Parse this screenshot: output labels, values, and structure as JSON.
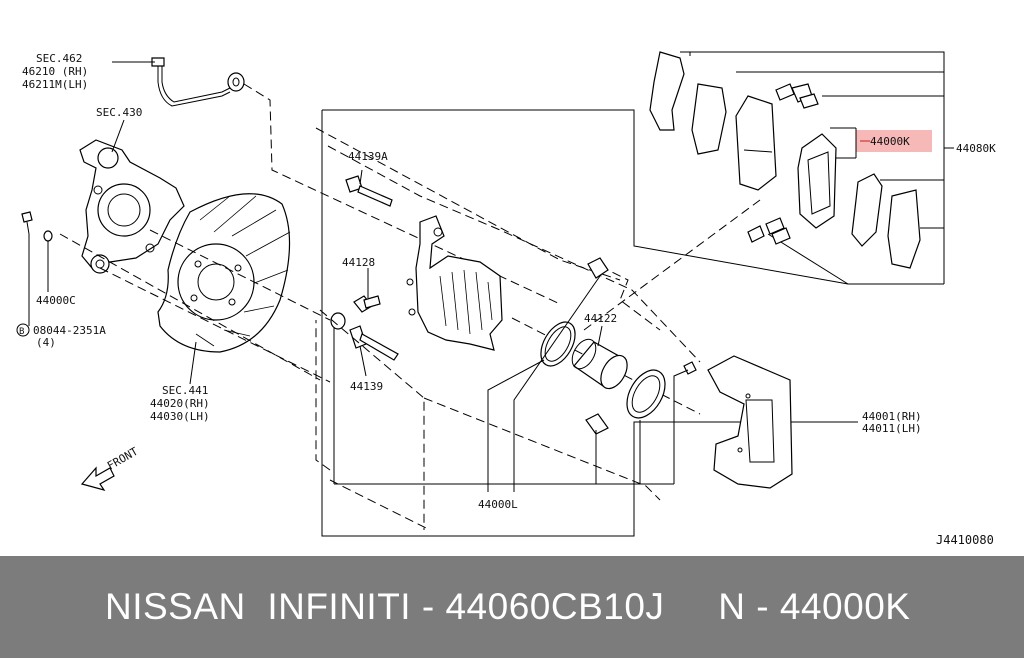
{
  "labels": {
    "sec462": "SEC.462",
    "p46210": "46210 (RH)",
    "p46211": "46211M(LH)",
    "sec430": "SEC.430",
    "p44139a": "44139A",
    "p44128": "44128",
    "p44139": "44139",
    "p44000c": "44000C",
    "p08044": "08044-2351A",
    "p08044_qty": "(4)",
    "bolt_symbol": "B",
    "sec441": "SEC.441",
    "p44020": "44020(RH)",
    "p44030": "44030(LH)",
    "front": "FRONT",
    "p44122": "44122",
    "p44000l": "44000L",
    "p44001": "44001(RH)",
    "p44011": "44011(LH)",
    "p44000k": "44000K",
    "p44080k": "44080K",
    "diagram_id": "J4410080"
  },
  "colors": {
    "highlight": "#f7b8b8",
    "highlight_line": "#c81e1e",
    "footer_bg": "#7c7c7c",
    "footer_text": "#ffffff"
  },
  "footer": {
    "caption": "NISSAN  INFINITI - 44060CB10J     N - 44000K"
  }
}
